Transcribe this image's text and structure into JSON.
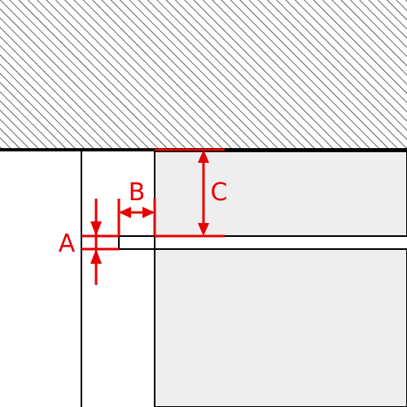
{
  "dimension_labels": {
    "a": "A",
    "b": "B",
    "c": "C"
  },
  "colors": {
    "dimension": "#e60000",
    "line": "#000000",
    "panel_fill": "#eeeeee",
    "background": "#ffffff"
  },
  "icons": [
    "hatch-pattern",
    "arrow-head"
  ]
}
